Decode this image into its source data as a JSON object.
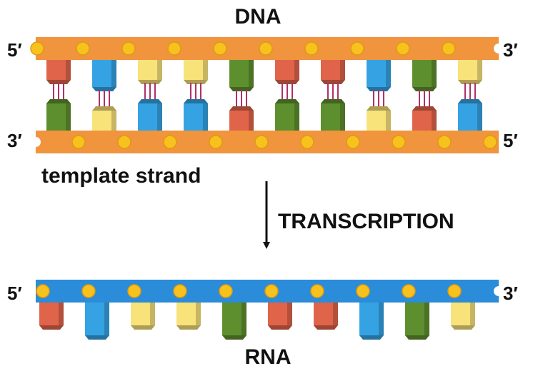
{
  "labels": {
    "dna": "DNA",
    "rna": "RNA",
    "template_strand": "template strand",
    "process": "TRANSCRIPTION",
    "dna_top_left_end": "5′",
    "dna_top_right_end": "3′",
    "dna_bottom_left_end": "3′",
    "dna_bottom_right_end": "5′",
    "rna_left_end": "5′",
    "rna_right_end": "3′"
  },
  "colors": {
    "dna_backbone": "#F0943E",
    "rna_backbone": "#2B8CD9",
    "phosphate": "#F7C21E",
    "hydrogen_bond": "#B0306A",
    "base_red": "#E0644A",
    "base_blue": "#35A3E3",
    "base_yellow": "#F8E27A",
    "base_green": "#5E8F2E"
  },
  "sequences": {
    "dna_coding_strand": [
      "red",
      "blue",
      "yellow",
      "yellow",
      "green",
      "red",
      "red",
      "blue",
      "green",
      "yellow"
    ],
    "dna_template_strand": [
      "green",
      "yellow",
      "blue",
      "blue",
      "red",
      "green",
      "green",
      "yellow",
      "red",
      "blue"
    ],
    "rna_strand": [
      "red",
      "blue",
      "yellow",
      "yellow",
      "green",
      "red",
      "red",
      "blue",
      "green",
      "yellow"
    ]
  }
}
